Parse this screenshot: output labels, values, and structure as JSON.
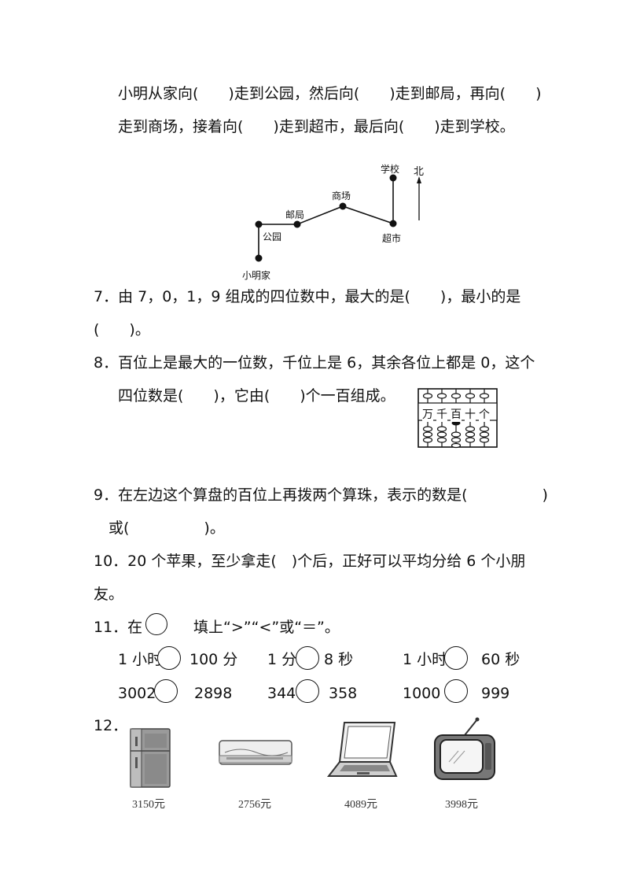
{
  "q6": {
    "line1": "小明从家向(　　)走到公园，然后向(　　)走到邮局，再向(　　)",
    "line2": "走到商场，接着向(　　)走到超市，最后向(　　)走到学校。",
    "map": {
      "labels": {
        "school": "学校",
        "north": "北",
        "mall": "商场",
        "post": "邮局",
        "park": "公园",
        "super": "超市",
        "home": "小明家"
      }
    }
  },
  "q7": {
    "line1": "7．由 7，0，1，9 组成的四位数中，最大的是(　　)，最小的是",
    "line2": "(　　)。"
  },
  "q8": {
    "line1": "8．百位上是最大的一位数，千位上是 6，其余各位上都是 0，这个",
    "line2": "四位数是(　　)，它由(　　)个一百组成。",
    "abacus": {
      "places": [
        "万",
        "千",
        "百",
        "十",
        "个"
      ],
      "beads": [
        0,
        0,
        1,
        0,
        0
      ]
    }
  },
  "q9": {
    "line1": "9．在左边这个算盘的百位上再拨两个算珠，表示的数是(　　　　　)",
    "line2": "或(　　　　　)。"
  },
  "q10": {
    "line1": "10．20 个苹果，至少拿走(　)个后，正好可以平均分给 6 个小朋",
    "line2": "友。"
  },
  "q11": {
    "prefix": "11．在",
    "suffix": "填上“>”“<”或“＝”。",
    "rows": [
      [
        {
          "left": "1 小时",
          "right": "100 分"
        },
        {
          "left": "1 分",
          "right": "8 秒"
        },
        {
          "left": "1 小时",
          "right": "60 秒"
        }
      ],
      [
        {
          "left": "3002",
          "right": "2898"
        },
        {
          "left": "344",
          "right": "358"
        },
        {
          "left": "1000",
          "right": "999"
        }
      ]
    ]
  },
  "q12": {
    "label": "12．",
    "items": [
      {
        "name": "fridge-icon",
        "price": "3150元"
      },
      {
        "name": "air-conditioner-icon",
        "price": "2756元"
      },
      {
        "name": "laptop-icon",
        "price": "4089元"
      },
      {
        "name": "television-icon",
        "price": "3998元"
      }
    ]
  }
}
